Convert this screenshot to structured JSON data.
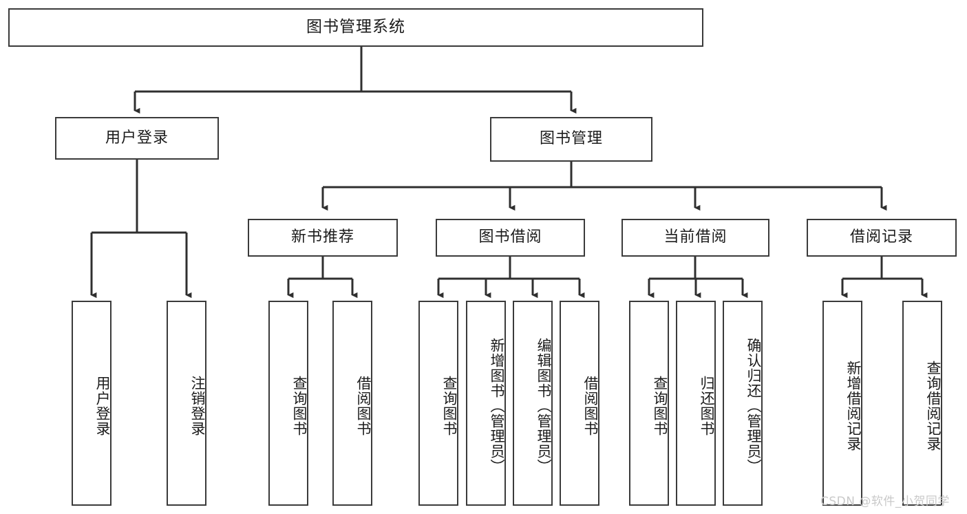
{
  "diagram": {
    "title": "图书管理系统",
    "type": "tree-hierarchy-diagram",
    "watermark": "CSDN @软件_小贺同学",
    "colors": {
      "border": "#3a3a3a",
      "background": "#ffffff",
      "text": "#1b1b1b",
      "edge": "#2f2f2f",
      "watermark": "#c9c9c9"
    },
    "root": {
      "label": "图书管理系统"
    },
    "level2": [
      {
        "label": "用户登录"
      },
      {
        "label": "图书管理"
      }
    ],
    "level3": [
      {
        "label": "新书推荐"
      },
      {
        "label": "图书借阅"
      },
      {
        "label": "当前借阅"
      },
      {
        "label": "借阅记录"
      }
    ],
    "leaves": {
      "user_login": [
        {
          "label": "用户登录"
        },
        {
          "label": "注销登录"
        }
      ],
      "new_book_recommend": [
        {
          "label": "查询图书"
        },
        {
          "label": "借阅图书"
        }
      ],
      "book_borrow": [
        {
          "label": "查询图书"
        },
        {
          "label": "新增图书（管理员）"
        },
        {
          "label": "编辑图书（管理员）"
        },
        {
          "label": "借阅图书"
        }
      ],
      "current_borrow": [
        {
          "label": "查询图书"
        },
        {
          "label": "归还图书"
        },
        {
          "label": "确认归还（管理员）"
        }
      ],
      "borrow_record": [
        {
          "label": "新增借阅记录"
        },
        {
          "label": "查询借阅记录"
        }
      ]
    }
  }
}
